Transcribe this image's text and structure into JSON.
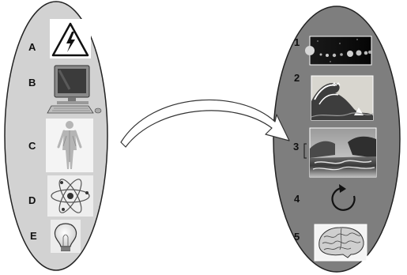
{
  "colors": {
    "left_oval_fill": "#d2d2d2",
    "right_oval_fill": "#7e7e7e",
    "oval_stroke": "#222222",
    "arrow_fill": "#ffffff",
    "arrow_stroke": "#333333"
  },
  "left_group": {
    "items": [
      {
        "label": "A",
        "icon": "high-voltage-warning-icon"
      },
      {
        "label": "B",
        "icon": "desktop-computer-icon"
      },
      {
        "label": "C",
        "icon": "human-body-anatomy-icon"
      },
      {
        "label": "D",
        "icon": "atom-model-icon"
      },
      {
        "label": "E",
        "icon": "light-bulb-icon"
      }
    ]
  },
  "right_group": {
    "items": [
      {
        "label": "1",
        "icon": "planet-alignment-image"
      },
      {
        "label": "2",
        "icon": "great-wave-painting-image"
      },
      {
        "label": "3",
        "icon": "river-rapids-image"
      },
      {
        "label": "4",
        "icon": "circular-refresh-arrow-icon"
      },
      {
        "label": "5",
        "icon": "human-brain-image"
      }
    ]
  },
  "connector": {
    "icon": "curved-arrow-right"
  }
}
